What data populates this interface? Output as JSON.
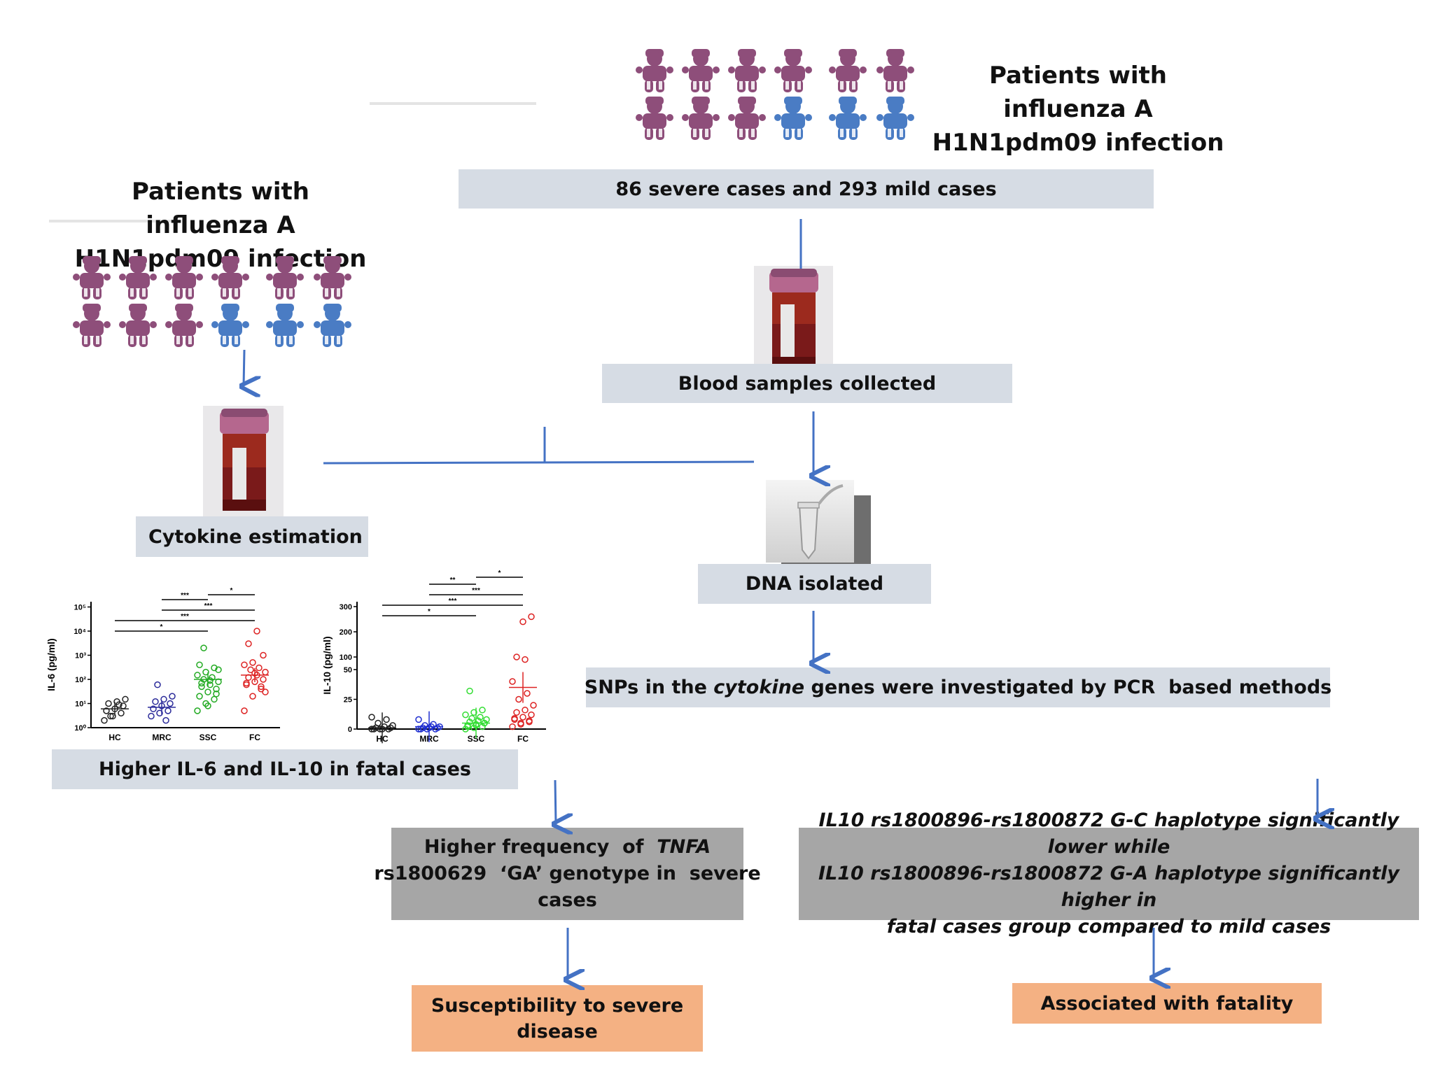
{
  "left_title": [
    "Patients with influenza A",
    "H1N1pdm09 infection"
  ],
  "right_title": [
    "Patients with influenza A",
    "H1N1pdm09 infection"
  ],
  "cases_box": "86 severe cases and 293 mild cases",
  "blood_box": "Blood samples collected",
  "cytokine_box": "Cytokine estimation",
  "dna_box": "DNA isolated",
  "snp_box": {
    "before": "SNPs in the ",
    "italic": "cytokine",
    "after": " genes were investigated by PCR  based methods"
  },
  "il_box": "Higher IL-6 and IL-10 in fatal cases",
  "tnfa_box": {
    "l1_pre": "Higher frequency  of  ",
    "l1_it": "TNFA",
    "l2": "rs1800629  ‘GA’ genotype in  severe",
    "l3": "cases"
  },
  "il10_box": [
    "IL10 rs1800896-rs1800872 G-C haplotype significantly lower while",
    "IL10 rs1800896-rs1800872 G-A haplotype significantly higher in",
    "fatal cases group compared to mild cases"
  ],
  "suscept_box": [
    "Susceptibility to severe",
    "disease"
  ],
  "fatal_box": "Associated with fatality",
  "colors": {
    "person_purple": "#8e4e7a",
    "person_blue": "#4a7cc4",
    "box_light": "#d6dce4",
    "box_gray": "#a6a6a6",
    "box_orange": "#f4b183",
    "arrow": "#4472c4"
  },
  "chart_data": [
    {
      "type": "scatter",
      "ylabel": "IL-6 (pg/ml)",
      "yscale": "log",
      "yticks": [
        "10⁰",
        "10¹",
        "10²",
        "10³",
        "10⁴",
        "10⁵"
      ],
      "categories": [
        "HC",
        "MRC",
        "SSC",
        "FC"
      ],
      "series": [
        {
          "category": "HC",
          "color": "#222222",
          "values": [
            2,
            3,
            4,
            5,
            6,
            8,
            10,
            12,
            15,
            3,
            9
          ],
          "mean": 6
        },
        {
          "category": "MRC",
          "color": "#2b2b9a",
          "values": [
            3,
            4,
            5,
            6,
            8,
            10,
            12,
            15,
            20,
            60,
            2
          ],
          "mean": 7
        },
        {
          "category": "SSC",
          "color": "#22aa22",
          "values": [
            5,
            10,
            15,
            20,
            30,
            40,
            50,
            60,
            80,
            100,
            120,
            150,
            200,
            300,
            400,
            8,
            25,
            70,
            90,
            250,
            2000
          ],
          "mean": 100
        },
        {
          "category": "FC",
          "color": "#dd2222",
          "values": [
            5,
            20,
            40,
            60,
            80,
            100,
            120,
            150,
            200,
            250,
            300,
            400,
            500,
            50,
            70,
            180,
            1000,
            3000,
            10000,
            30
          ],
          "mean": 150
        }
      ],
      "significance": [
        {
          "from": "HC",
          "to": "SSC",
          "label": "*"
        },
        {
          "from": "HC",
          "to": "FC",
          "label": "***"
        },
        {
          "from": "MRC",
          "to": "FC",
          "label": "***"
        },
        {
          "from": "MRC",
          "to": "SSC",
          "label": "***"
        },
        {
          "from": "SSC",
          "to": "FC",
          "label": "*"
        }
      ]
    },
    {
      "type": "scatter",
      "ylabel": "IL-10 (pg/ml)",
      "yscale": "broken",
      "yticks": [
        "0",
        "25",
        "50",
        "100",
        "200",
        "300"
      ],
      "categories": [
        "HC",
        "MRC",
        "SSC",
        "FC"
      ],
      "series": [
        {
          "category": "HC",
          "color": "#222222",
          "values": [
            0,
            0,
            0,
            0,
            0,
            1,
            1,
            2,
            3,
            5,
            8,
            10
          ],
          "mean": 1
        },
        {
          "category": "MRC",
          "color": "#1f2fd0",
          "values": [
            0,
            0,
            0,
            0,
            1,
            1,
            1,
            2,
            2,
            3,
            4,
            8
          ],
          "mean": 2
        },
        {
          "category": "SSC",
          "color": "#33dd33",
          "values": [
            0,
            1,
            2,
            3,
            4,
            5,
            6,
            7,
            8,
            9,
            10,
            12,
            14,
            16,
            2,
            3,
            5,
            32
          ],
          "mean": 5
        },
        {
          "category": "FC",
          "color": "#dd2222",
          "values": [
            2,
            4,
            6,
            8,
            10,
            12,
            14,
            16,
            20,
            25,
            30,
            40,
            5,
            7,
            9,
            240,
            260,
            100,
            90
          ],
          "mean": 35
        }
      ],
      "significance": [
        {
          "from": "HC",
          "to": "SSC",
          "label": "*"
        },
        {
          "from": "HC",
          "to": "FC",
          "label": "***"
        },
        {
          "from": "MRC",
          "to": "FC",
          "label": "***"
        },
        {
          "from": "MRC",
          "to": "SSC",
          "label": "**"
        },
        {
          "from": "SSC",
          "to": "FC",
          "label": "*"
        }
      ]
    }
  ]
}
